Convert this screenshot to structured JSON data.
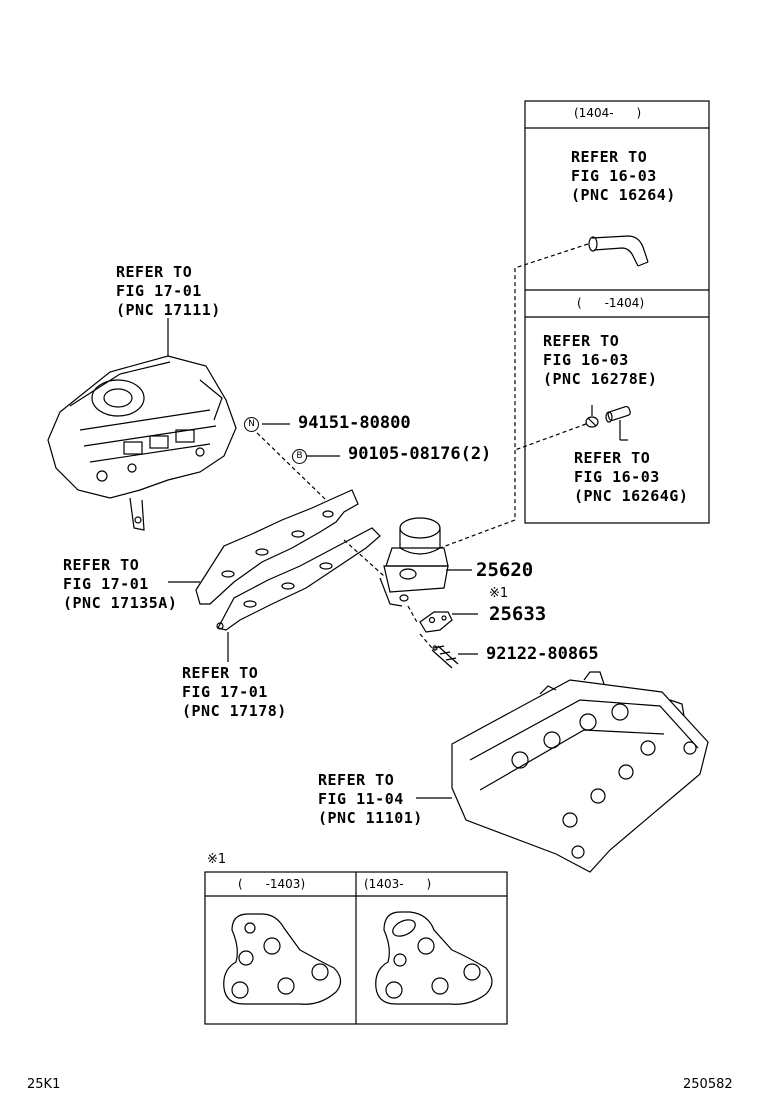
{
  "inset_top": {
    "header": "(1404-      )",
    "ref_line1": "REFER TO",
    "ref_line2": "FIG 16-03",
    "ref_line3": "(PNC 16264)"
  },
  "inset_mid": {
    "header": "(      -1404)",
    "ref_a_line1": "REFER TO",
    "ref_a_line2": "FIG 16-03",
    "ref_a_line3": "(PNC 16278E)",
    "ref_b_line1": "REFER TO",
    "ref_b_line2": "FIG 16-03",
    "ref_b_line3": "(PNC 16264G)"
  },
  "ref_manifold": {
    "line1": "REFER TO",
    "line2": "FIG 17-01",
    "line3": "(PNC 17111)"
  },
  "ref_gasket_a": {
    "line1": "REFER TO",
    "line2": "FIG 17-01",
    "line3": "(PNC 17135A)"
  },
  "ref_gasket_b": {
    "line1": "REFER TO",
    "line2": "FIG 17-01",
    "line3": "(PNC 17178)"
  },
  "ref_head": {
    "line1": "REFER TO",
    "line2": "FIG 11-04",
    "line3": "(PNC 11101)"
  },
  "parts": {
    "p1_marker": "N",
    "p1": "94151-80800",
    "p2_marker": "B",
    "p2": "90105-08176(2)",
    "p3": "25620",
    "p4_note": "※1",
    "p4": "25633",
    "p5": "92122-80865"
  },
  "bottom_inset": {
    "note": "※1",
    "left_header": "(      -1403)",
    "right_header": "(1403-      )"
  },
  "footer": {
    "left": "25K1",
    "right": "250582"
  }
}
